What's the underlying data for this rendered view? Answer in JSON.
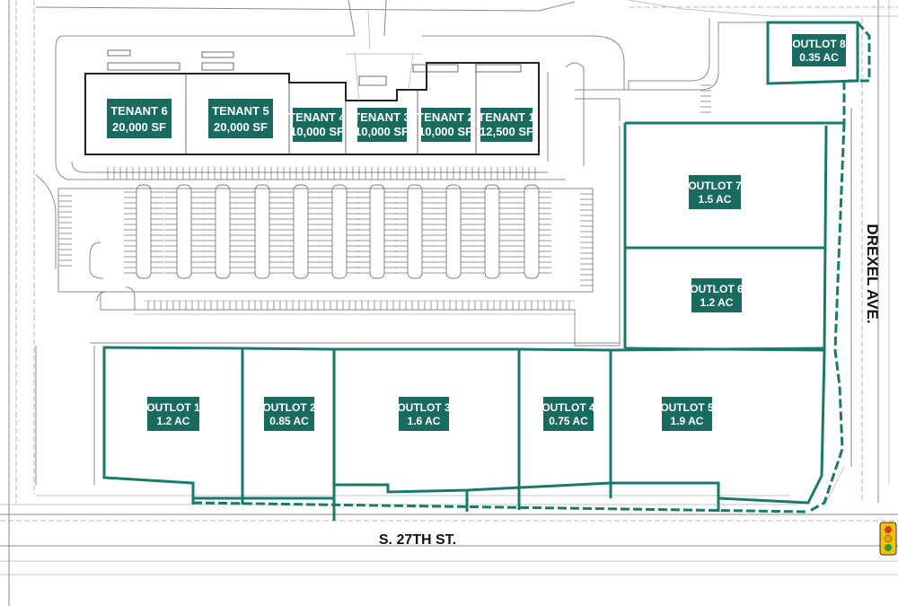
{
  "tenants": [
    {
      "name": "TENANT 6",
      "size": "20,000 SF"
    },
    {
      "name": "TENANT 5",
      "size": "20,000 SF"
    },
    {
      "name": "TENANT 4",
      "size": "10,000 SF"
    },
    {
      "name": "TENANT 3",
      "size": "10,000 SF"
    },
    {
      "name": "TENANT 2",
      "size": "10,000 SF"
    },
    {
      "name": "TENANT 1",
      "size": "12,500 SF"
    }
  ],
  "outlots": [
    {
      "name": "OUTLOT 1",
      "size": "1.2 AC"
    },
    {
      "name": "OUTLOT 2",
      "size": "0.85 AC"
    },
    {
      "name": "OUTLOT 3",
      "size": "1.6 AC"
    },
    {
      "name": "OUTLOT 4",
      "size": "0.75 AC"
    },
    {
      "name": "OUTLOT 5",
      "size": "1.9 AC"
    },
    {
      "name": "OUTLOT 6",
      "size": "1.2 AC"
    },
    {
      "name": "OUTLOT 7",
      "size": "1.5 AC"
    },
    {
      "name": "OUTLOT 8",
      "size": "0.35 AC"
    }
  ],
  "streets": {
    "south": "S. 27TH ST.",
    "east": "DREXEL AVE."
  },
  "colors": {
    "lot_line": "#1a7a6a",
    "label_fill": "#1a6b5f",
    "label_text": "#ffffff",
    "traffic_light": "#f2c200"
  }
}
